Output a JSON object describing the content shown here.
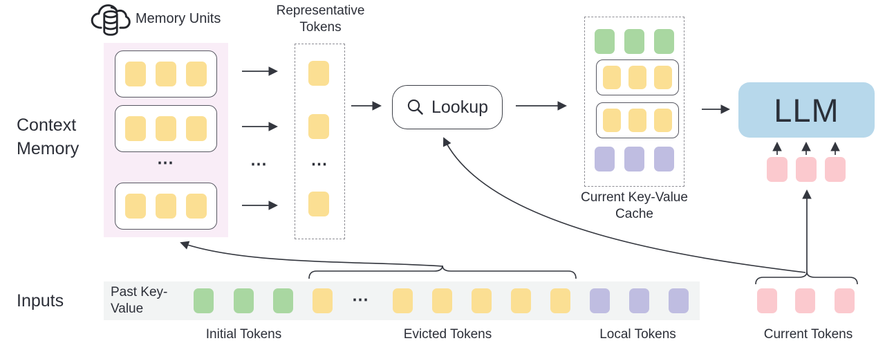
{
  "palette": {
    "yellow": "#fbdf93",
    "green": "#a9d7a1",
    "purple": "#bfbde1",
    "pink": "#fbc9ce",
    "blue": "#b7d8eb",
    "memory_bg": "#f9edf7",
    "strip_bg": "#f2f4f4",
    "line": "#33363e",
    "text": "#2c2f38"
  },
  "left_labels": {
    "context_memory": "Context Memory",
    "inputs": "Inputs"
  },
  "memory": {
    "title": "Memory Units",
    "icon": "cloud-database-icon",
    "rows": 3,
    "tokens_per_row": 3,
    "ellipsis": "⋯"
  },
  "representative": {
    "title": "Representative Tokens",
    "tokens": 3,
    "ellipsis": "⋯"
  },
  "flow": {
    "arrow_column_ellipsis": "⋯"
  },
  "lookup": {
    "label": "Lookup",
    "icon": "magnifier-icon"
  },
  "cache": {
    "label": "Current Key-Value Cache",
    "rows": [
      {
        "color": "green",
        "count": 3,
        "boxed": false
      },
      {
        "color": "yellow",
        "count": 3,
        "boxed": true
      },
      {
        "color": "yellow",
        "count": 3,
        "boxed": true
      },
      {
        "color": "purple",
        "count": 3,
        "boxed": false
      }
    ]
  },
  "llm": {
    "label": "LLM",
    "input_tokens": {
      "color": "pink",
      "count": 3
    }
  },
  "inputs_strip": {
    "past_kv": "Past Key-Value",
    "ellipsis": "⋯",
    "groups": [
      {
        "label": "Initial Tokens",
        "color": "green",
        "count": 3
      },
      {
        "label": "Evicted Tokens",
        "color": "yellow",
        "count": 6,
        "has_ellipsis": true
      },
      {
        "label": "Local Tokens",
        "color": "purple",
        "count": 3
      },
      {
        "label": "Current Tokens",
        "color": "pink",
        "count": 3
      }
    ]
  }
}
